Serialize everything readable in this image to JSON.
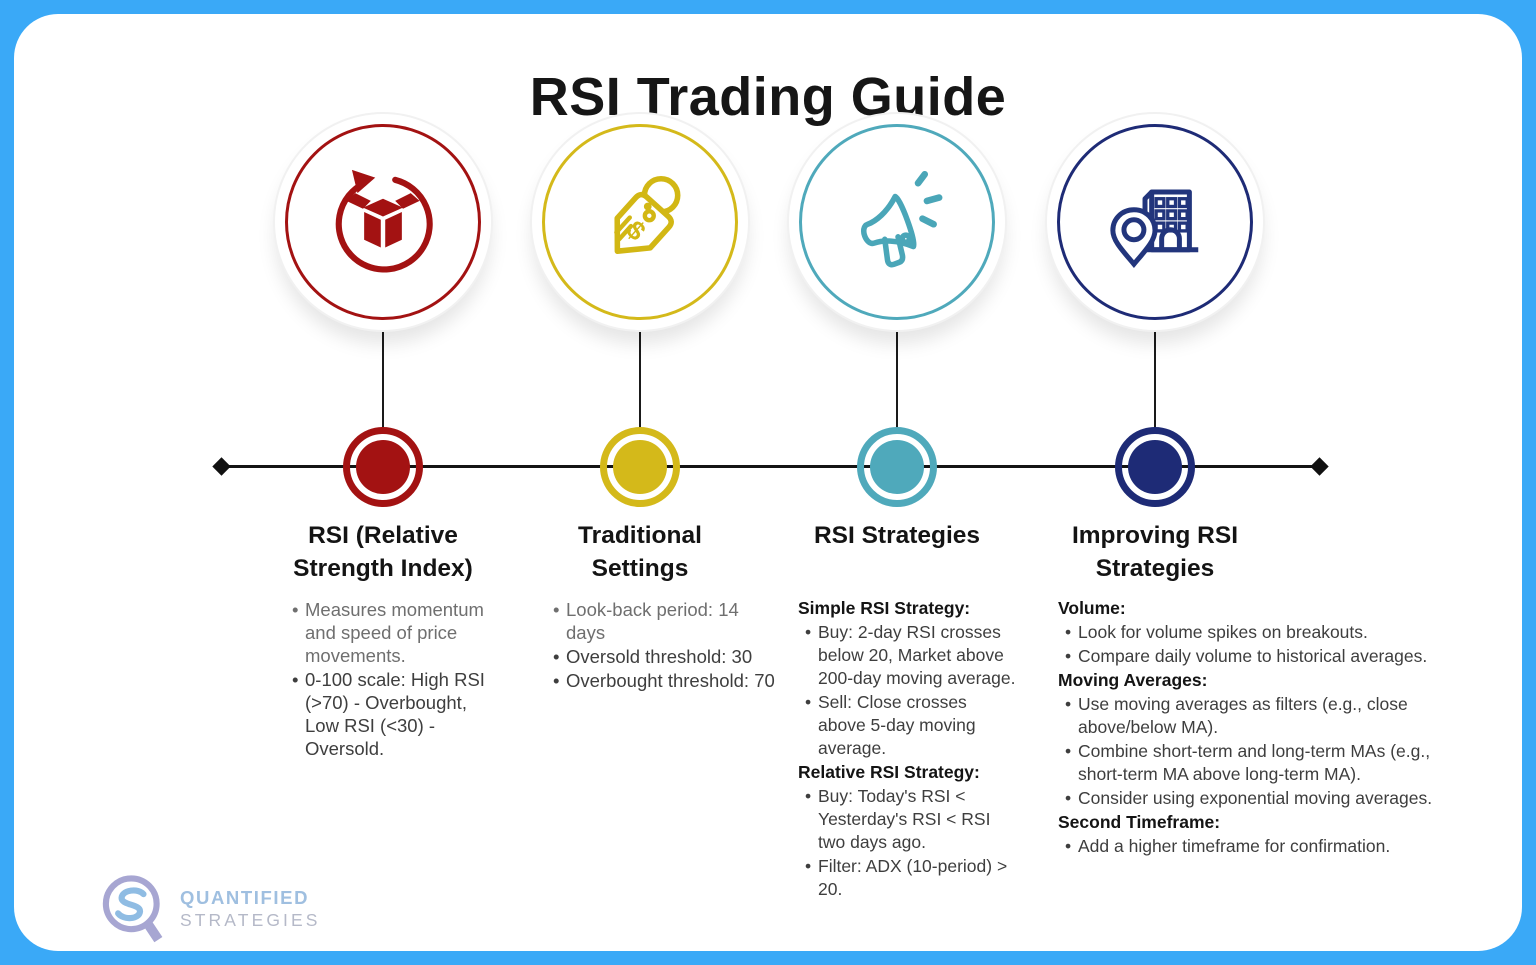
{
  "title": "RSI Trading Guide",
  "frame_color": "#3AA9F7",
  "columns": [
    {
      "id": "rsi-definition",
      "accent": "#A31212",
      "icon": "box-refresh-icon",
      "heading_lines": [
        "RSI (Relative",
        "Strength Index)"
      ],
      "items": [
        {
          "type": "bullet",
          "text": "Measures momentum and speed of price movements.",
          "muted": true
        },
        {
          "type": "bullet",
          "text": "0-100 scale: High RSI (>70) - Overbought, Low RSI (<30) - Oversold."
        }
      ]
    },
    {
      "id": "traditional-settings",
      "accent": "#D4B91A",
      "icon": "price-tag-icon",
      "heading_lines": [
        "Traditional",
        "Settings"
      ],
      "items": [
        {
          "type": "bullet",
          "text": "Look-back period: 14 days",
          "muted": true
        },
        {
          "type": "bullet",
          "text": "Oversold threshold: 30"
        },
        {
          "type": "bullet",
          "text": "Overbought threshold: 70"
        }
      ]
    },
    {
      "id": "rsi-strategies",
      "accent": "#4FA9BB",
      "icon": "megaphone-icon",
      "heading_lines": [
        "RSI Strategies"
      ],
      "items": [
        {
          "type": "subhead",
          "text": "Simple RSI Strategy:"
        },
        {
          "type": "bullet",
          "text": "Buy: 2-day RSI crosses below 20, Market above 200-day moving average."
        },
        {
          "type": "bullet",
          "text": "Sell: Close crosses above 5-day moving average."
        },
        {
          "type": "subhead",
          "text": "Relative RSI Strategy:"
        },
        {
          "type": "bullet",
          "text": "Buy: Today's RSI < Yesterday's RSI < RSI two days ago."
        },
        {
          "type": "bullet",
          "text": "Filter: ADX (10-period) > 20."
        }
      ]
    },
    {
      "id": "improving-rsi-strategies",
      "accent": "#1E2B76",
      "icon": "building-pin-icon",
      "heading_lines": [
        "Improving RSI",
        "Strategies"
      ],
      "items": [
        {
          "type": "subhead",
          "text": "Volume:"
        },
        {
          "type": "bullet",
          "text": "Look for volume spikes on breakouts."
        },
        {
          "type": "bullet",
          "text": "Compare daily volume to historical averages."
        },
        {
          "type": "subhead",
          "text": "Moving Averages:"
        },
        {
          "type": "bullet",
          "text": "Use moving averages as filters (e.g., close above/below MA)."
        },
        {
          "type": "bullet",
          "text": "Combine short-term and long-term MAs (e.g., short-term MA above long-term MA)."
        },
        {
          "type": "bullet",
          "text": "Consider using exponential moving averages."
        },
        {
          "type": "subhead",
          "text": "Second Timeframe:"
        },
        {
          "type": "bullet",
          "text": "Add a higher timeframe for confirmation."
        }
      ]
    }
  ],
  "logo": {
    "line1": "QUANTIFIED",
    "line2": "STRATEGIES"
  }
}
